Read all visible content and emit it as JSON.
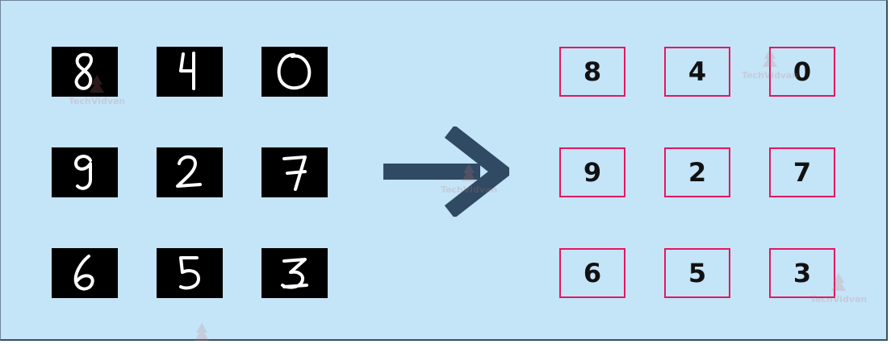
{
  "handwritten_images": [
    {
      "id": "8"
    },
    {
      "id": "4"
    },
    {
      "id": "0"
    },
    {
      "id": "9"
    },
    {
      "id": "2"
    },
    {
      "id": "7"
    },
    {
      "id": "6"
    },
    {
      "id": "5"
    },
    {
      "id": "3"
    }
  ],
  "predicted_labels": [
    "8",
    "4",
    "0",
    "9",
    "2",
    "7",
    "6",
    "5",
    "3"
  ],
  "watermark": {
    "text_a": "Tech",
    "text_b": "Vidvan"
  },
  "colors": {
    "background": "#c4e4f8",
    "digit_tile": "#000000",
    "label_border": "#e5175f",
    "arrow": "#2f4a62"
  }
}
